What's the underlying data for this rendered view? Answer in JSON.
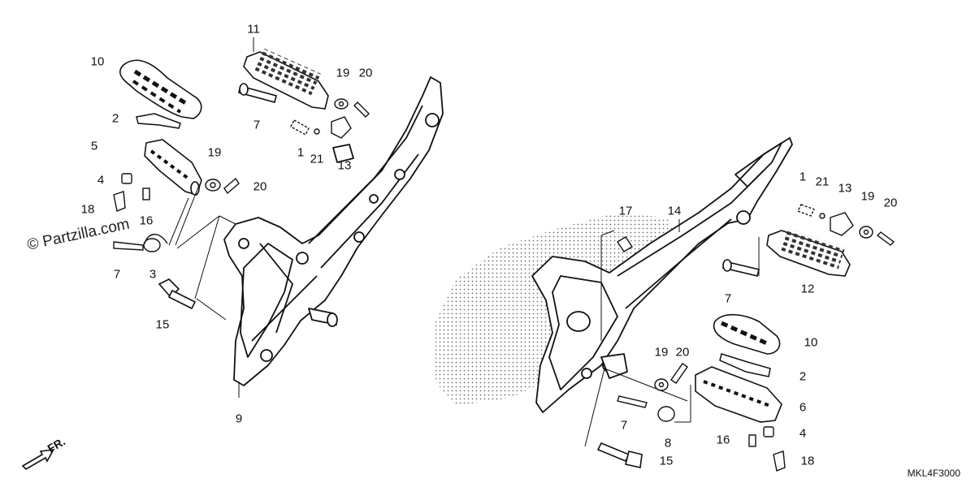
{
  "watermark": "© Partzilla.com",
  "drawing_code": "MKL4F3000",
  "direction_label": "FR.",
  "part_labels": [
    {
      "id": "l10a",
      "text": "10"
    },
    {
      "id": "l11a",
      "text": "11"
    },
    {
      "id": "l19a",
      "text": "19"
    },
    {
      "id": "l20a",
      "text": "20"
    },
    {
      "id": "l2a",
      "text": "2"
    },
    {
      "id": "l5a",
      "text": "5"
    },
    {
      "id": "l19b",
      "text": "19"
    },
    {
      "id": "l20b",
      "text": "20"
    },
    {
      "id": "l4a",
      "text": "4"
    },
    {
      "id": "l18a",
      "text": "18"
    },
    {
      "id": "l16a",
      "text": "16"
    },
    {
      "id": "l7a",
      "text": "7"
    },
    {
      "id": "l7b",
      "text": "7"
    },
    {
      "id": "l1a",
      "text": "1"
    },
    {
      "id": "l21a",
      "text": "21"
    },
    {
      "id": "l13a",
      "text": "13"
    },
    {
      "id": "l3a",
      "text": "3"
    },
    {
      "id": "l15a",
      "text": "15"
    },
    {
      "id": "l9a",
      "text": "9"
    },
    {
      "id": "l17a",
      "text": "17"
    },
    {
      "id": "l14a",
      "text": "14"
    },
    {
      "id": "l1b",
      "text": "1"
    },
    {
      "id": "l21b",
      "text": "21"
    },
    {
      "id": "l13b",
      "text": "13"
    },
    {
      "id": "l19c",
      "text": "19"
    },
    {
      "id": "l20c",
      "text": "20"
    },
    {
      "id": "l7c",
      "text": "7"
    },
    {
      "id": "l12a",
      "text": "12"
    },
    {
      "id": "l10b",
      "text": "10"
    },
    {
      "id": "l19d",
      "text": "19"
    },
    {
      "id": "l20d",
      "text": "20"
    },
    {
      "id": "l2b",
      "text": "2"
    },
    {
      "id": "l6a",
      "text": "6"
    },
    {
      "id": "l7d",
      "text": "7"
    },
    {
      "id": "l8a",
      "text": "8"
    },
    {
      "id": "l4b",
      "text": "4"
    },
    {
      "id": "l16b",
      "text": "16"
    },
    {
      "id": "l15b",
      "text": "15"
    },
    {
      "id": "l18b",
      "text": "18"
    }
  ]
}
